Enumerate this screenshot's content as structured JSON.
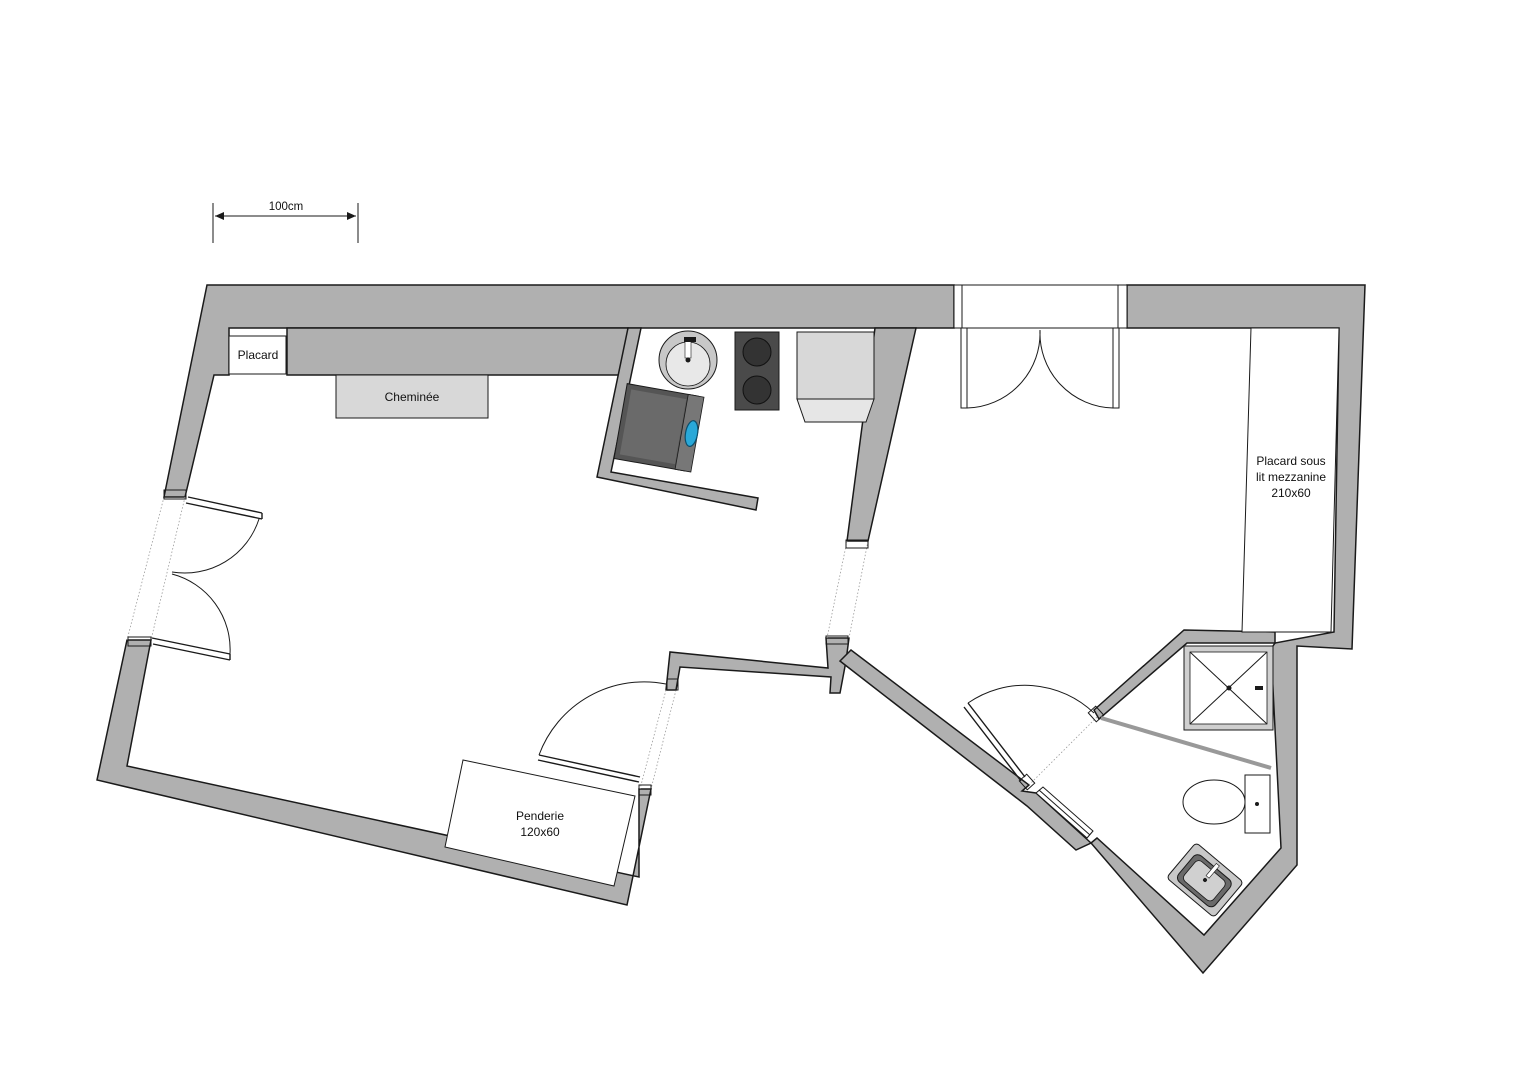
{
  "scale": {
    "label": "100cm"
  },
  "labels": {
    "placard": "Placard",
    "cheminee": "Cheminée",
    "placard_mezzanine_1": "Placard sous",
    "placard_mezzanine_2": "lit mezzanine",
    "placard_mezzanine_3": "210x60",
    "penderie_1": "Penderie",
    "penderie_2": "120x60"
  },
  "colors": {
    "wall": "#b0b0b0",
    "outline": "#1a1a1a",
    "furniture": "#d8d8d8",
    "appliance_dark": "#4a4a4a",
    "washer_door": "#29a8d8"
  }
}
